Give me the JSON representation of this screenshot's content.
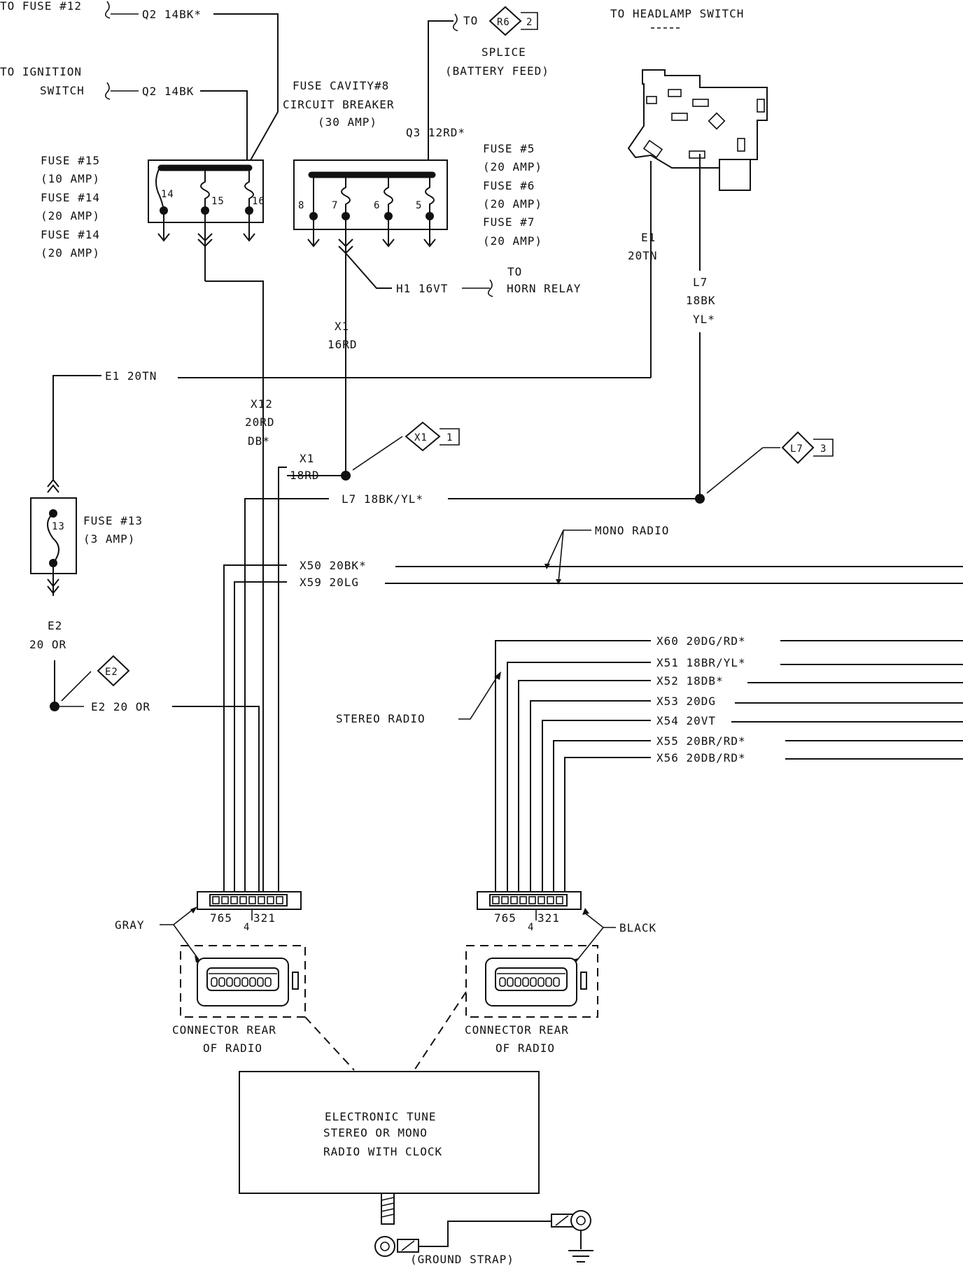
{
  "labels": {
    "to_fuse_12": "TO FUSE #12",
    "q2_14bk_star": "Q2 14BK*",
    "to_ignition": "TO IGNITION",
    "switch": "SWITCH",
    "q2_14bk": "Q2 14BK",
    "fuse_cavity_8": "FUSE CAVITY#8",
    "circuit_breaker": "CIRCUIT BREAKER",
    "amp_30": "(30 AMP)",
    "to": "TO",
    "r6": "R6",
    "r6_pin": "2",
    "splice": "SPLICE",
    "battery_feed": "(BATTERY FEED)",
    "q3_12rd": "Q3 12RD*",
    "to_headlamp_switch": "TO HEADLAMP SWITCH",
    "fuse_15": "FUSE #15",
    "amp_10": "(10 AMP)",
    "fuse_14a": "FUSE #14",
    "amp_20a": "(20 AMP)",
    "fuse_14b": "FUSE #14",
    "amp_20b": "(20 AMP)",
    "fuse_5": "FUSE #5",
    "amp_20c": "(20 AMP)",
    "fuse_6": "FUSE #6",
    "amp_20d": "(20 AMP)",
    "fuse_7": "FUSE #7",
    "amp_20e": "(20 AMP)",
    "pin_14": "14",
    "pin_15": "15",
    "pin_16": "16",
    "pin_8": "8",
    "pin_7": "7",
    "pin_6": "6",
    "pin_5": "5",
    "e1_a": "E1",
    "tn_20_a": "20TN",
    "l7_a": "L7",
    "bk_18": "18BK",
    "yl_star": "YL*",
    "to_horn": "TO",
    "h1_16vt": "H1 16VT",
    "horn_relay": "HORN RELAY",
    "x1_a": "X1",
    "rd_16": "16RD",
    "e1_20tn": "E1 20TN",
    "x12": "X12",
    "rd_20": "20RD",
    "db_star": "DB*",
    "x1_b": "X1",
    "rd_18": "18RD",
    "x1_tag": "X1",
    "x1_tag_pin": "1",
    "l7_tag": "L7",
    "l7_tag_pin": "3",
    "l7_18bk_yl": "L7 18BK/YL*",
    "fuse_13": "FUSE #13",
    "amp_3": "(3 AMP)",
    "fuse_13_num": "13",
    "mono_radio": "MONO RADIO",
    "x50": "X50 20BK*",
    "x59": "X59 20LG",
    "e2": "E2",
    "or_20": "20 OR",
    "e2_tag": "E2",
    "e2_20or": "E2 20 OR",
    "x60": "X60 20DG/RD*",
    "x51": "X51 18BR/YL*",
    "x52": "X52 18DB*",
    "x53": "X53 20DG",
    "x54": "X54 20VT",
    "x55": "X55 20BR/RD*",
    "x56": "X56 20DB/RD*",
    "stereo_radio": "STEREO RADIO",
    "pins_765": "765",
    "pin_4": "4",
    "pins_321": "321",
    "pins_765b": "765",
    "pin_4b": "4",
    "pins_321b": "321",
    "gray": "GRAY",
    "black": "BLACK",
    "connector_rear_a": "CONNECTOR REAR",
    "of_radio_a": "OF RADIO",
    "connector_rear_b": "CONNECTOR REAR",
    "of_radio_b": "OF RADIO",
    "radio_line1": "ELECTRONIC TUNE",
    "radio_line2": "STEREO OR MONO",
    "radio_line3": "RADIO WITH CLOCK",
    "ground_strap": "(GROUND STRAP)"
  }
}
